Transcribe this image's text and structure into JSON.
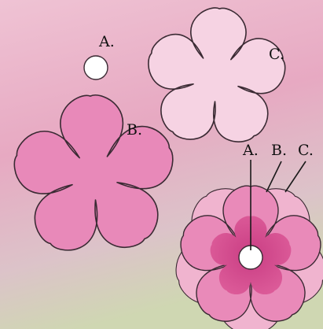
{
  "labels": {
    "circle_a": "A.",
    "flower_c": "C.",
    "flower_b": "B.",
    "assembled_a": "A.",
    "assembled_b": "B.",
    "assembled_c": "C."
  },
  "colors": {
    "background_light": "#efc3d4",
    "background_mid": "#e7a9c2",
    "background_lower": "#dcc3c9",
    "background_green": "#cfd7b2",
    "outline": "#3a2a33",
    "center_circle": "#ffffff",
    "flower_c_fill": "#f6d3e3",
    "flower_b_fill": "#e889b9",
    "assembled_outer": "#f0b4cf",
    "assembled_mid": "#e98ab9",
    "assembled_inner": "#de5e9b"
  },
  "parts": [
    {
      "id": "A",
      "shape": "circle"
    },
    {
      "id": "B",
      "shape": "five-petal flower",
      "size": "medium"
    },
    {
      "id": "C",
      "shape": "five-petal flower",
      "size": "large"
    }
  ]
}
